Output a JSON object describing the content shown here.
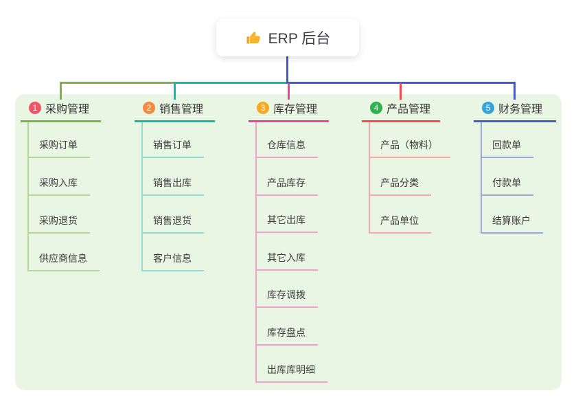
{
  "root": {
    "label": "ERP 后台",
    "icon": "thumbs-up-icon"
  },
  "canvas": {
    "background": "#ffffff",
    "panel_color": "#e9f6e3",
    "root_line_color": "#4659c8"
  },
  "branches": [
    {
      "index": "1",
      "title": "采购管理",
      "badge_color": "#ef5565",
      "line_color": "#7cb342",
      "child_line_color": "#b3db97",
      "children": [
        "采购订单",
        "采购入库",
        "采购退货",
        "供应商信息"
      ]
    },
    {
      "index": "2",
      "title": "销售管理",
      "badge_color": "#f68a3c",
      "line_color": "#14b8a9",
      "child_line_color": "#97dcd3",
      "children": [
        "销售订单",
        "销售出库",
        "销售退货",
        "客户信息"
      ]
    },
    {
      "index": "3",
      "title": "库存管理",
      "badge_color": "#f8a91e",
      "line_color": "#e8439d",
      "child_line_color": "#f4a0cd",
      "children": [
        "仓库信息",
        "产品库存",
        "其它出库",
        "其它入库",
        "库存调拨",
        "库存盘点",
        "出库库明细"
      ]
    },
    {
      "index": "4",
      "title": "产品管理",
      "badge_color": "#2fb150",
      "line_color": "#f54853",
      "child_line_color": "#f9a7ab",
      "children": [
        "产品（物料）",
        "产品分类",
        "产品单位"
      ]
    },
    {
      "index": "5",
      "title": "财务管理",
      "badge_color": "#35a4de",
      "line_color": "#4659c8",
      "child_line_color": "#97a8dd",
      "children": [
        "回款单",
        "付款单",
        "结算账户"
      ]
    }
  ]
}
